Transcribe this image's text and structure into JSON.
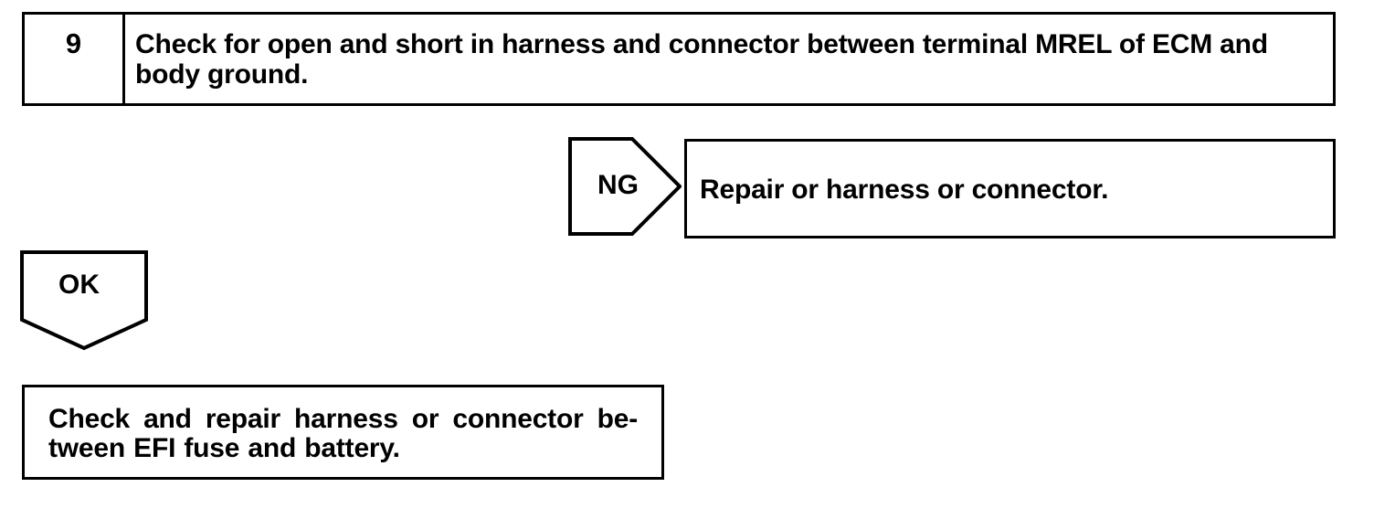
{
  "diagram": {
    "type": "troubleshooting-flowchart",
    "colors": {
      "line": "#000000",
      "background": "#ffffff",
      "text": "#000000"
    },
    "step": {
      "number": "9",
      "instruction": "Check for open and short in harness and connector between terminal MREL of ECM and body ground."
    },
    "branches": {
      "ng": {
        "label": "NG",
        "shape": "right-pointing-pentagon-tag",
        "result": "Repair or harness or connector."
      },
      "ok": {
        "label": "OK",
        "shape": "down-pointing-pentagon-tag",
        "result_line_1": "Check and repair harness or connector be-",
        "result_line_2": "tween EFI fuse and battery.",
        "result_full": "Check and repair harness or connector between EFI fuse and battery."
      }
    }
  }
}
